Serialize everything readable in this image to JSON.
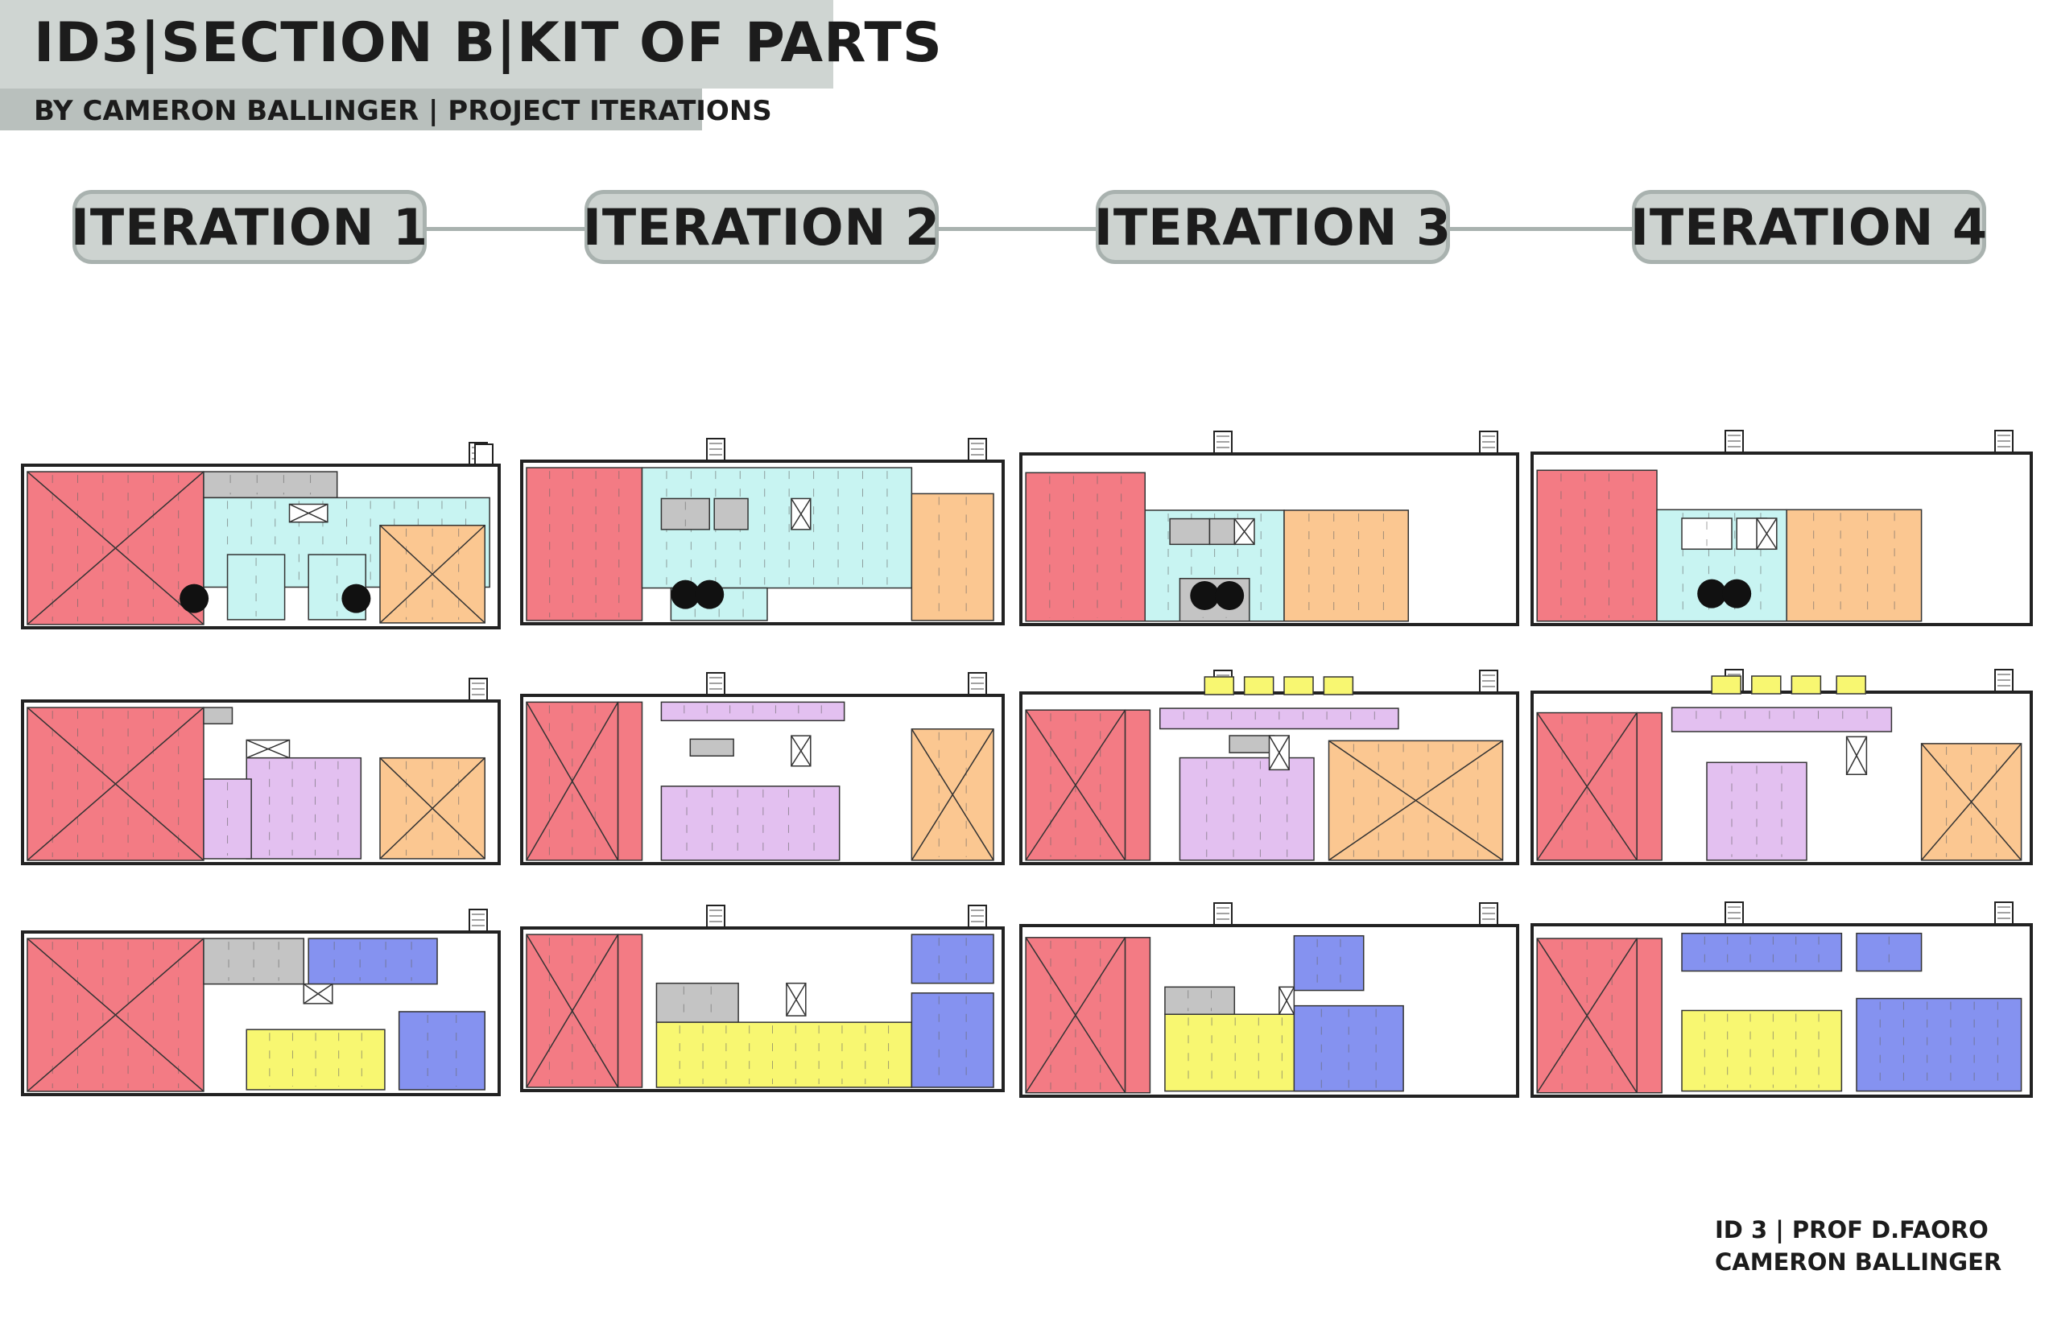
{
  "header": {
    "title": "ID3|SECTION B|KIT OF PARTS",
    "subtitle": "BY CAMERON BALLINGER | PROJECT ITERATIONS"
  },
  "iterations": [
    {
      "label": "ITERATION 1"
    },
    {
      "label": "ITERATION 2"
    },
    {
      "label": "ITERATION 3"
    },
    {
      "label": "ITERATION 4"
    }
  ],
  "footer": {
    "line1": "ID 3 | PROF D.FAORO",
    "line2": "CAMERON BALLINGER"
  },
  "colors": {
    "red": "#f37b84",
    "cyan": "#c8f4f2",
    "orange": "#fbc791",
    "purple": "#e3c0f0",
    "blue": "#8592f0",
    "yellow": "#f8f771",
    "gray": "#c4c4c4",
    "black": "#111111",
    "header_bg": "#cfd5d2",
    "pill_border": "#a9b2af"
  }
}
